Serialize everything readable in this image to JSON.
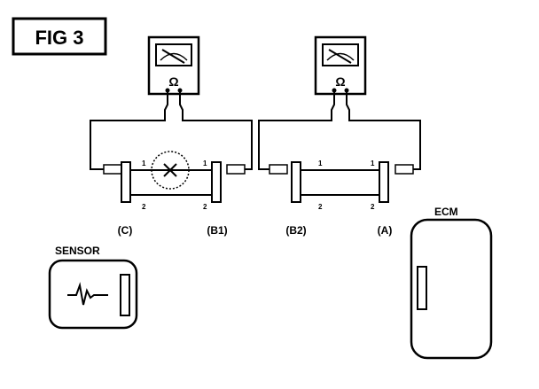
{
  "figure": {
    "title": "FIG 3"
  },
  "meters": [
    {
      "symbol": "Ω"
    },
    {
      "symbol": "Ω"
    }
  ],
  "harness_left": {
    "left_connector": "(C)",
    "right_connector": "(B1)",
    "pin_top_left": "1",
    "pin_top_right": "1",
    "pin_bottom_left": "2",
    "pin_bottom_right": "2"
  },
  "harness_right": {
    "left_connector": "(B2)",
    "right_connector": "(A)",
    "pin_top_left": "1",
    "pin_top_right": "1",
    "pin_bottom_left": "2",
    "pin_bottom_right": "2"
  },
  "components": {
    "sensor_label": "SENSOR",
    "ecm_label": "ECM"
  },
  "colors": {
    "ink": "#000000",
    "paper": "#ffffff"
  }
}
